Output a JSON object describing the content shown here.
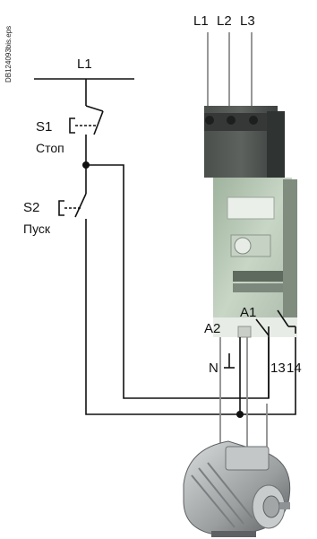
{
  "drawing_code": "DB124093bis.eps",
  "supply": {
    "control_line": "L1",
    "phases": [
      "L1",
      "L2",
      "L3"
    ]
  },
  "buttons": {
    "stop": {
      "ref": "S1",
      "label": "Стоп"
    },
    "start": {
      "ref": "S2",
      "label": "Пуск"
    }
  },
  "coil_terminals": {
    "a1": "A1",
    "a2": "A2"
  },
  "neutral": "N",
  "aux_contacts": {
    "t13": "13",
    "t14": "14"
  }
}
